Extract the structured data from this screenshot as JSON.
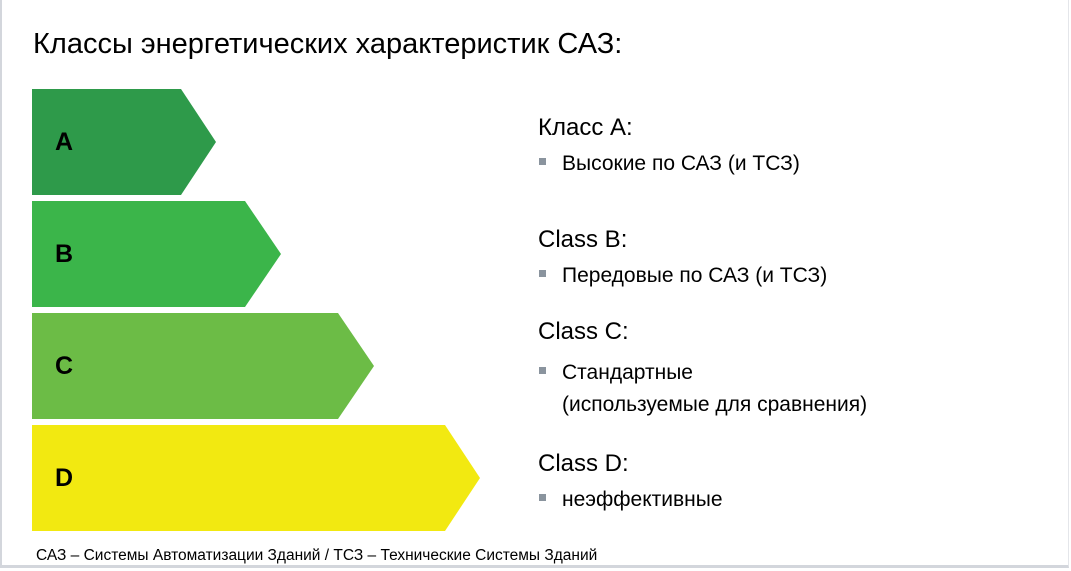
{
  "title": "Классы энергетических характеристик САЗ:",
  "classes": [
    {
      "letter": "A",
      "color": "#2e9a4a",
      "heading": "Класс A:",
      "lines": [
        "Высокие по САЗ (и ТСЗ)"
      ]
    },
    {
      "letter": "B",
      "color": "#3bb54a",
      "heading": "Class B:",
      "lines": [
        "Передовые по САЗ (и ТСЗ)"
      ]
    },
    {
      "letter": "C",
      "color": "#6cbc46",
      "heading": "Class C:",
      "lines": [
        "Стандартные",
        "(используемые для сравнения)"
      ]
    },
    {
      "letter": "D",
      "color": "#f2e911",
      "heading": "Class D:",
      "lines": [
        "неэффективные"
      ]
    }
  ],
  "footer": "САЗ – Системы Автоматизации Зданий  /  ТСЗ – Технические Системы Зданий"
}
